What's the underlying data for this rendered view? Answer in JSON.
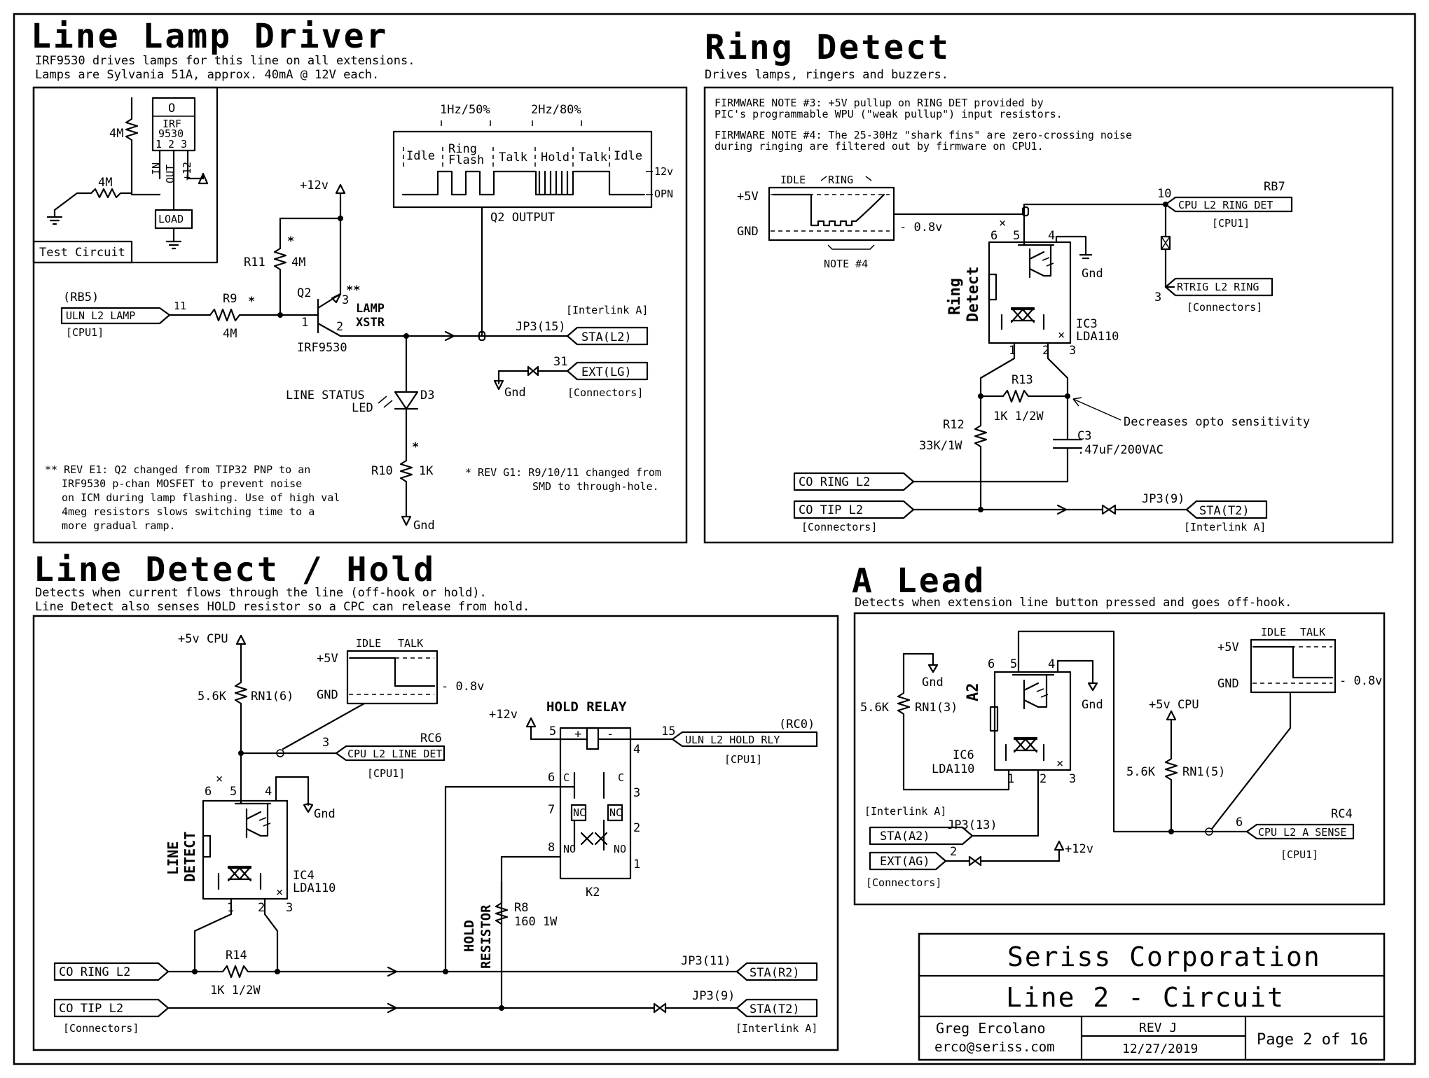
{
  "titles": {
    "lamp": "Line Lamp Driver",
    "ring": "Ring Detect",
    "line": "Line Detect / Hold",
    "alead": "A Lead"
  },
  "subtitles": {
    "lamp1": "IRF9530 drives lamps for this line on all extensions.",
    "lamp2": "Lamps are Sylvania 51A, approx. 40mA @ 12V each.",
    "ring1": "Drives lamps, ringers and buzzers.",
    "line1": "Detects when current flows through the line (off-hook or hold).",
    "line2": "Line Detect also senses HOLD resistor so a CPC can release from hold.",
    "alead1": "Detects when extension line button pressed and goes off-hook."
  },
  "lamp": {
    "test_circuit": "Test Circuit",
    "ic_o": "O",
    "ic_name1": "IRF",
    "ic_name2": "9530",
    "ic_pins": "1 2 3",
    "pin_in": "IN",
    "pin_out": "OUT",
    "pin_12": "+12",
    "r_test1": "4M",
    "r_test2": "4M",
    "load": "LOAD",
    "wave_1hz": "1Hz/50%",
    "wave_2hz": "2Hz/80%",
    "wave_idle1": "Idle",
    "wave_ring1": "Ring",
    "wave_ring2": "Flash",
    "wave_talk1": "Talk",
    "wave_hold": "Hold",
    "wave_talk2": "Talk",
    "wave_idle2": "Idle",
    "wave_12v": "12v",
    "wave_opn": "OPN",
    "q2_output": "Q2 OUTPUT",
    "v12": "+12v",
    "r11_star": "*",
    "r11": "R11",
    "r11_val": "4M",
    "q2": "Q2",
    "q2_pin3": "3",
    "q2_stars": "**",
    "lamp_label1": "LAMP",
    "lamp_label2": "XSTR",
    "q2_pin1": "1",
    "q2_pin2": "2",
    "q2_part": "IRF9530",
    "rb5": "(RB5)",
    "uln_lamp": "ULN L2 LAMP",
    "cpu1": "[CPU1]",
    "pin11": "11",
    "r9": "R9",
    "r9_star": "*",
    "r9_val": "4M",
    "interlink": "[Interlink A]",
    "jp3_15": "JP3(15)",
    "sta_l2": "STA(L2)",
    "pin31": "31",
    "ext_lg": "EXT(LG)",
    "gnd": "Gnd",
    "connectors": "[Connectors]",
    "line_status1": "LINE STATUS",
    "line_status2": "LED",
    "d3": "D3",
    "r10_star": "*",
    "r10": "R10",
    "r10_val": "1K",
    "gnd2": "Gnd",
    "note1": "** REV E1: Q2 changed from TIP32 PNP to an",
    "note2": "IRF9530 p-chan MOSFET to prevent noise",
    "note3": "on ICM during lamp flashing. Use of high val",
    "note4": "4meg resistors slows switching time to a",
    "note5": "more gradual ramp.",
    "note6": "* REV G1: R9/10/11 changed from",
    "note7": "SMD to through-hole."
  },
  "ring": {
    "fw3a": "FIRMWARE NOTE #3: +5V pullup on RING DET provided by",
    "fw3b": "PIC's programmable WPU (\"weak pullup\") input resistors.",
    "fw4a": "FIRMWARE NOTE #4: The 25-30Hz \"shark fins\" are zero-crossing noise",
    "fw4b": "during ringing are filtered out by firmware on CPU1.",
    "idle": "IDLE",
    "ring_lbl": "RING",
    "v5": "+5V",
    "gnd": "GND",
    "v08": "- 0.8v",
    "note4": "NOTE #4",
    "pin10": "10",
    "rb7": "RB7",
    "cpu_ring": "CPU L2 RING DET",
    "cpu1": "[CPU1]",
    "x1": "×",
    "p6": "6",
    "p5": "5",
    "p4": "4",
    "gnd2": "Gnd",
    "rtrig": "RTRIG L2 RING",
    "p3b": "3",
    "connectors": "[Connectors]",
    "side1": "Ring",
    "side2": "Detect",
    "ic3": "IC3",
    "lda": "LDA110",
    "x2": "×",
    "p1": "1",
    "p2": "2",
    "p3": "3",
    "r13": "R13",
    "r13_val": "1K 1/2W",
    "r12": "R12",
    "r12_val": "33K/1W",
    "decrease": "Decreases opto sensitivity",
    "c3": "C3",
    "c3_val": ".47uF/200VAC",
    "co_ring": "CO RING L2",
    "co_tip": "CO TIP L2",
    "connectors2": "[Connectors]",
    "jp3_9": "JP3(9)",
    "sta_t2": "STA(T2)",
    "interlink": "[Interlink A]"
  },
  "line": {
    "v5cpu": "+5v CPU",
    "idle": "IDLE",
    "talk": "TALK",
    "v5": "+5V",
    "gnd": "GND",
    "v08": "- 0.8v",
    "rn_val": "5.6K",
    "rn": "RN1(6)",
    "pin3": "3",
    "rc6": "RC6",
    "cpu_line": "CPU L2 LINE DET",
    "cpu1": "[CPU1]",
    "x1": "×",
    "p6": "6",
    "p5": "5",
    "p4": "4",
    "gnd2": "Gnd",
    "side1": "LINE",
    "side2": "DETECT",
    "ic4": "IC4",
    "lda": "LDA110",
    "x2": "×",
    "p1": "1",
    "p2": "2",
    "p3": "3",
    "r14": "R14",
    "r14_val": "1K 1/2W",
    "co_ring": "CO RING L2",
    "co_tip": "CO TIP L2",
    "connectors": "[Connectors]",
    "v12": "+12v",
    "hold_relay": "HOLD RELAY",
    "k5": "5",
    "plus": "+",
    "minus": "-",
    "k4": "4",
    "k15": "15",
    "rc0": "(RC0)",
    "uln_hold": "ULN L2 HOLD RLY",
    "cpu1b": "[CPU1]",
    "k6": "6",
    "c1": "C",
    "c2": "C",
    "k3": "3",
    "k7": "7",
    "nc1": "NC",
    "nc2": "NC",
    "k2": "2",
    "k8": "8",
    "no1": "NO",
    "no2": "NO",
    "k1": "1",
    "k2name": "K2",
    "hold_r1": "HOLD",
    "hold_r2": "RESISTOR",
    "r8": "R8",
    "r8_val": "160 1W",
    "jp3_11": "JP3(11)",
    "sta_r2": "STA(R2)",
    "jp3_9": "JP3(9)",
    "sta_t2": "STA(T2)",
    "interlink": "[Interlink A]"
  },
  "alead": {
    "gnd": "Gnd",
    "rn_val": "5.6K",
    "rn": "RN1(3)",
    "a2": "A2",
    "p6": "6",
    "p5": "5",
    "p4": "4",
    "gnd2": "Gnd",
    "ic6": "IC6",
    "lda": "LDA110",
    "x": "×",
    "p1": "1",
    "p2": "2",
    "p3": "3",
    "interlink": "[Interlink A]",
    "jp3_13": "JP3(13)",
    "sta_a2": "STA(A2)",
    "pin2": "2",
    "v12": "+12v",
    "ext_ag": "EXT(AG)",
    "connectors": "[Connectors]",
    "idle": "IDLE",
    "talk": "TALK",
    "v5": "+5V",
    "gndw": "GND",
    "v08": "- 0.8v",
    "v5cpu": "+5v CPU",
    "rn2_val": "5.6K",
    "rn2": "RN1(5)",
    "pin6": "6",
    "rc4": "RC4",
    "cpu_a": "CPU L2 A SENSE",
    "cpu1": "[CPU1]"
  },
  "title_block": {
    "company": "Seriss Corporation",
    "doc": "Line 2 - Circuit",
    "author": "Greg Ercolano",
    "email": "erco@seriss.com",
    "rev": "REV J",
    "date": "12/27/2019",
    "page": "Page 2 of 16"
  }
}
